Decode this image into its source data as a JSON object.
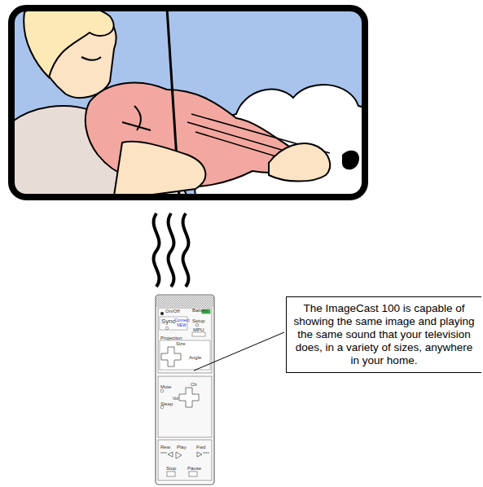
{
  "diagram": {
    "nodes": [
      {
        "text": [
          "The ImageCast 100 is capable of showing the same image and playing the same sound that your television does, in a variety of sizes, anywhere in your home."
        ]
      }
    ],
    "labels": [
      "On/Off",
      "Battery",
      "Sync",
      "Connect",
      "NEW",
      "Setup",
      "MPU",
      "Projection",
      "Size",
      "Angle",
      "Mute",
      "Ch",
      "Vol",
      "Sleep",
      "Rew",
      "Play",
      "Fwd",
      "Stop",
      "Pause"
    ]
  }
}
